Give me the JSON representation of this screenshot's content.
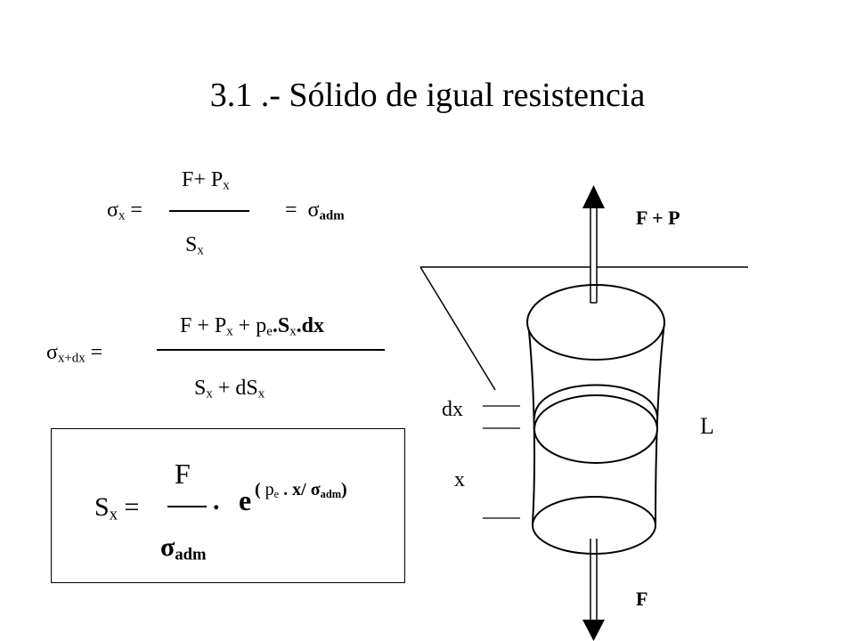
{
  "title": "3.1 .- Sólido de igual resistencia",
  "eq1": {
    "lhs_sym": "σ",
    "lhs_sub": "x",
    "lhs_eq": " =",
    "num_main": "F+ P",
    "num_sub": "x",
    "den_main": "S",
    "den_sub": "x",
    "rhs_eq": "=",
    "rhs_sym": "σ",
    "rhs_sub": "adm"
  },
  "eq2": {
    "lhs_sym": "σ",
    "lhs_sub": "x+dx",
    "lhs_eq": " =",
    "num_a": "F + P",
    "num_a_sub": "x",
    "num_b": " + p",
    "num_b_sub": "e",
    "num_c": ".S",
    "num_c_sub": "x",
    "num_d": ".dx",
    "den_a": "S",
    "den_a_sub": "x",
    "den_b": " +  dS",
    "den_b_sub": "x"
  },
  "result": {
    "lhs_main": "S",
    "lhs_sub": "x",
    "lhs_eq": " =",
    "frac_num": "F",
    "frac_den_sym": "σ",
    "frac_den_sub": "adm",
    "dot": ".",
    "exp_base": "e",
    "exp_open": "( ",
    "exp_p": "p",
    "exp_p_sub": "e",
    "exp_mid": " . x/ ",
    "exp_sigma": "σ",
    "exp_sigma_sub": "adm",
    "exp_close": ")"
  },
  "figure": {
    "label_top_force": "F + P",
    "label_bottom_force": "F",
    "label_dx": "dx",
    "label_x": "x",
    "label_L": "L"
  }
}
